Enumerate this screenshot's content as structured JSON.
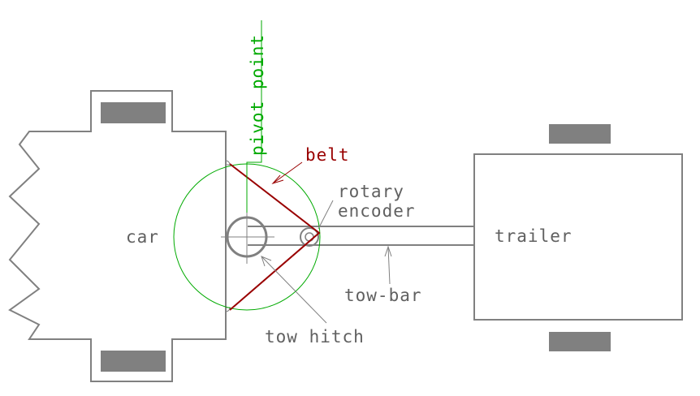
{
  "labels": {
    "car": "car",
    "trailer": "trailer",
    "pivot_point": "pivot point",
    "belt": "belt",
    "rotary_encoder_line1": "rotary",
    "rotary_encoder_line2": "encoder",
    "tow_bar": "tow-bar",
    "tow_hitch": "tow hitch"
  },
  "colors": {
    "outline": "#808080",
    "wheel": "#808080",
    "belt": "#990000",
    "belt_text": "#990000",
    "pivot_line": "#00aa00",
    "pivot_text": "#00aa00",
    "sweep_circle": "#00aa00",
    "text": "#606060"
  }
}
